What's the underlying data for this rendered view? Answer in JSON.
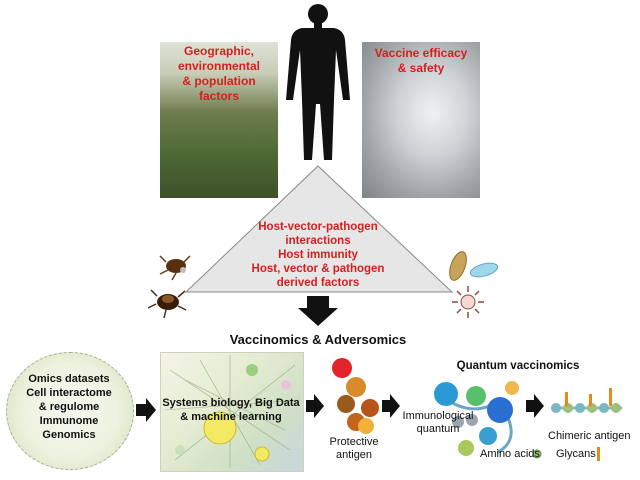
{
  "labels": {
    "geographic": [
      "Geographic,",
      "environmental",
      "& population",
      "factors"
    ],
    "vaccine": [
      "Vaccine efficacy",
      "& safety"
    ],
    "triangle": [
      "Host-vector-pathogen",
      "interactions",
      "Host immunity",
      "Host, vector & pathogen",
      "derived factors"
    ],
    "main_title": "Vaccinomics & Adversomics",
    "omics": [
      "Omics datasets",
      "Cell interactome",
      "& regulome",
      "Immunome",
      "Genomics"
    ],
    "systems": [
      "Systems biology, Big Data",
      "& machine learning"
    ],
    "protective": [
      "Protective",
      "antigen"
    ],
    "quantum_title": "Quantum vaccinomics",
    "immunological": [
      "Immunological",
      "quantum"
    ],
    "amino_acids": "Amino acids",
    "chimeric": "Chimeric antigen",
    "glycans": "Glycans"
  },
  "colors": {
    "red_text": "#d61f1f",
    "triangle_fill": "#e6e6e6",
    "arrow": "#111111"
  }
}
